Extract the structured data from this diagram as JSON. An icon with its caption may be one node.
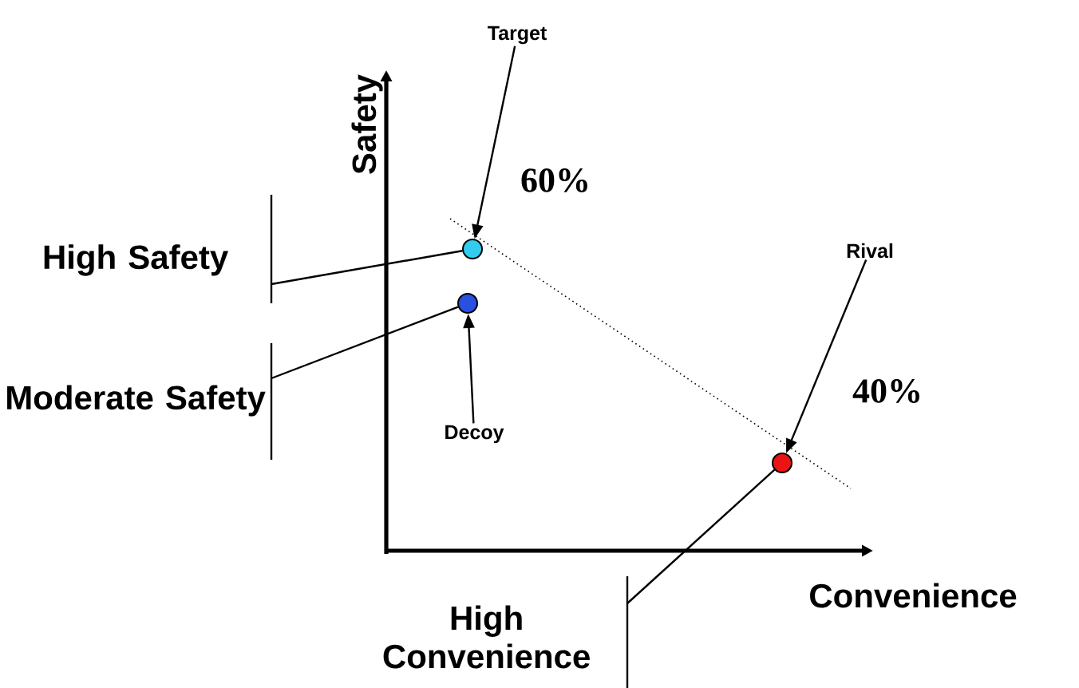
{
  "diagram": {
    "nodes": [
      {
        "text": [
          "High Safety"
        ]
      },
      {
        "text": [
          "Moderate Safety"
        ]
      },
      {
        "text": [
          "High Convenience"
        ]
      },
      {
        "text": [
          "Target"
        ]
      },
      {
        "text": [
          "Decoy"
        ]
      },
      {
        "text": [
          "Rival"
        ]
      },
      {
        "text": [],
        "shape": "circle"
      },
      {
        "text": [],
        "shape": "circle"
      },
      {
        "text": [],
        "shape": "circle"
      }
    ],
    "edges": [
      {
        "from": 0,
        "to": 6,
        "arrow": "none"
      },
      {
        "from": 1,
        "to": 7,
        "arrow": "none"
      },
      {
        "from": 2,
        "to": 8,
        "arrow": "none"
      },
      {
        "from": 3,
        "to": 6,
        "arrow": "to"
      },
      {
        "from": 4,
        "to": 7,
        "arrow": "to"
      },
      {
        "from": 5,
        "to": 8,
        "arrow": "to"
      }
    ],
    "labels": [
      "Safety",
      "60%",
      "40%",
      "Convenience"
    ]
  }
}
